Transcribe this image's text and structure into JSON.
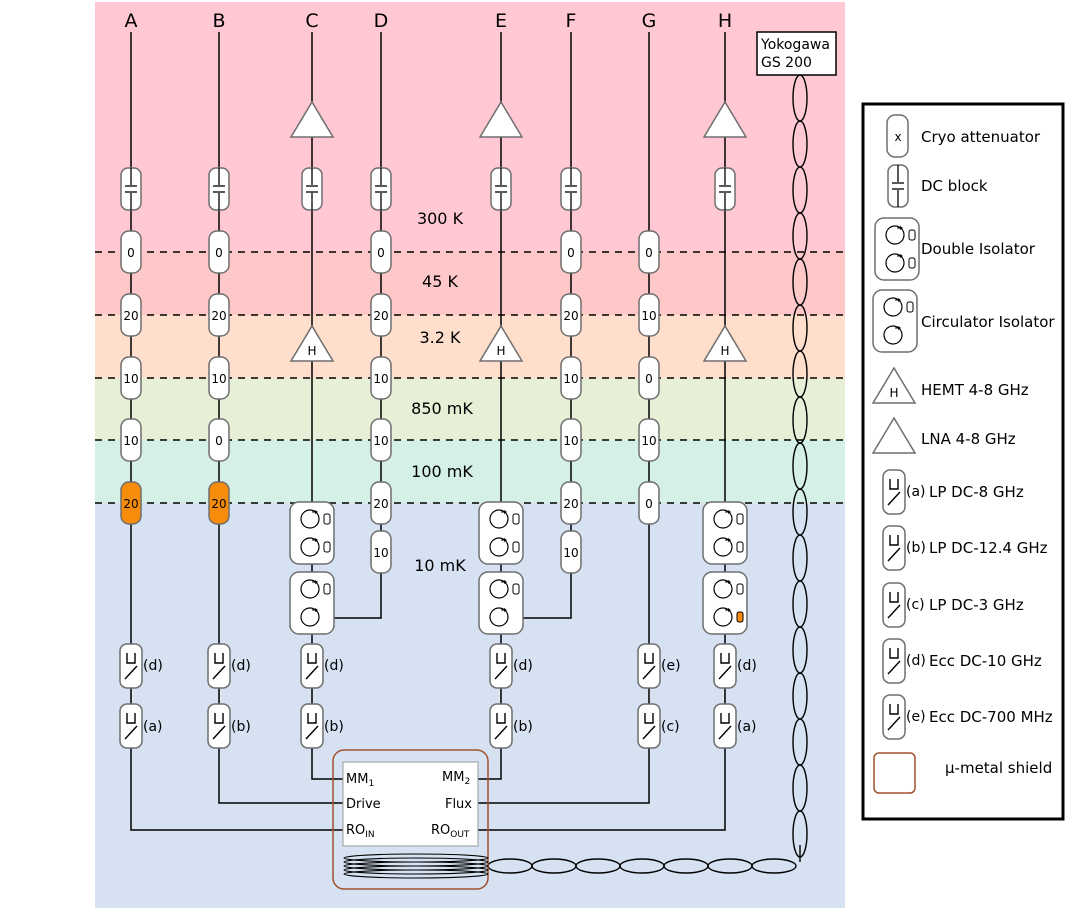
{
  "lines": [
    {
      "label": "A"
    },
    {
      "label": "B"
    },
    {
      "label": "C"
    },
    {
      "label": "D"
    },
    {
      "label": "E"
    },
    {
      "label": "F"
    },
    {
      "label": "G"
    },
    {
      "label": "H"
    }
  ],
  "stages": [
    {
      "label": "300 K",
      "color": "#ffc8d2"
    },
    {
      "label": "45 K",
      "color": "#ffc8c8"
    },
    {
      "label": "3.2 K",
      "color": "#ffdecc"
    },
    {
      "label": "850 mK",
      "color": "#e7f0d6"
    },
    {
      "label": "100 mK",
      "color": "#d5f0e6"
    },
    {
      "label": "10 mK",
      "color": "#d6e2f2"
    }
  ],
  "attenuators": {
    "A": [
      "0",
      "20",
      "10",
      "10",
      "20"
    ],
    "B": [
      "0",
      "20",
      "10",
      "0",
      "20"
    ],
    "D": [
      "0",
      "20",
      "10",
      "10",
      "20",
      "10"
    ],
    "F": [
      "0",
      "20",
      "10",
      "10",
      "20",
      "10"
    ],
    "G": [
      "0",
      "10",
      "0",
      "10",
      "0"
    ]
  },
  "hemt_label": "H",
  "filter_tags": {
    "A": [
      "(d)",
      "(a)"
    ],
    "B": [
      "(d)",
      "(b)"
    ],
    "C": [
      "(d)",
      "(b)"
    ],
    "E": [
      "(d)",
      "(b)"
    ],
    "G": [
      "(e)",
      "(c)"
    ],
    "H": [
      "(d)",
      "(a)"
    ]
  },
  "source": {
    "line1": "Yokogawa",
    "line2": "GS 200"
  },
  "device": {
    "mm1": "MM",
    "mm1_sub": "1",
    "mm2": "MM",
    "mm2_sub": "2",
    "drive": "Drive",
    "flux": "Flux",
    "ro_in": "RO",
    "ro_in_sub": "IN",
    "ro_out": "RO",
    "ro_out_sub": "OUT"
  },
  "legend": {
    "attenuator_symbol": "x",
    "items": [
      "Cryo attenuator",
      "DC block",
      "Double Isolator",
      "Circulator Isolator",
      "HEMT 4-8 GHz",
      "LNA 4-8 GHz",
      "LP DC-8 GHz",
      "LP DC-12.4 GHz",
      "LP DC-3 GHz",
      "Ecc DC-10 GHz",
      "Ecc DC-700 MHz",
      "μ-metal shield"
    ],
    "filter_tags": [
      "(a)",
      "(b)",
      "(c)",
      "(d)",
      "(e)"
    ]
  },
  "colors": {
    "hot_attenuator": "#f78c0a",
    "shield": "#a0522d"
  }
}
